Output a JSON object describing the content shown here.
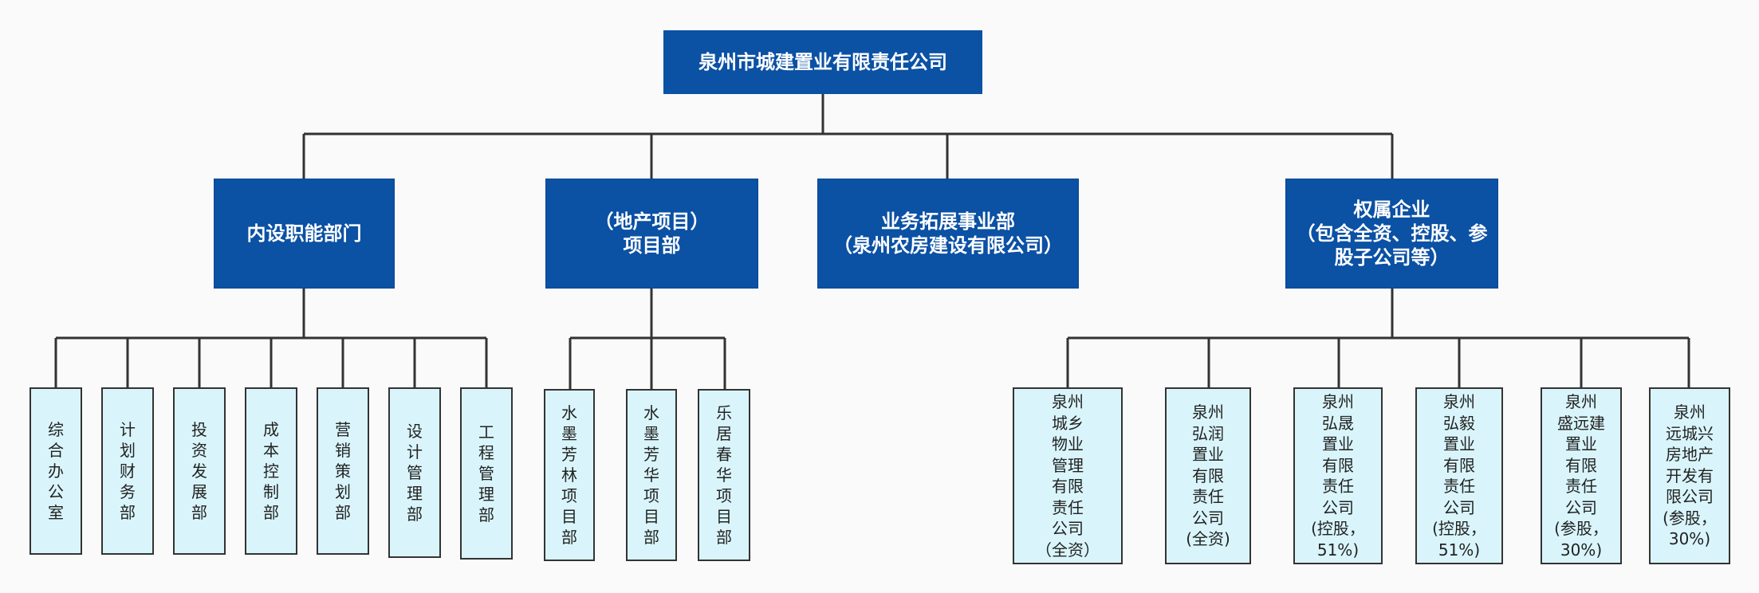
{
  "root": {
    "label": "泉州市城建置业有限责任公司"
  },
  "departments": [
    {
      "label": "内设职能部门"
    },
    {
      "label": "（地产项目）\n项目部"
    },
    {
      "label": "业务拓展事业部\n（泉州农房建设有限公司）"
    },
    {
      "label": "权属企业\n（包含全资、控股、参\n股子公司等）"
    }
  ],
  "functional_units": [
    {
      "label": "综\n合\n办\n公\n室"
    },
    {
      "label": "计\n划\n财\n务\n部"
    },
    {
      "label": "投\n资\n发\n展\n部"
    },
    {
      "label": "成\n本\n控\n制\n部"
    },
    {
      "label": "营\n销\n策\n划\n部"
    },
    {
      "label": "设\n计\n管\n理\n部"
    },
    {
      "label": "工\n程\n管\n理\n部"
    }
  ],
  "project_units": [
    {
      "label": "水\n墨\n芳\n林\n项\n目\n部"
    },
    {
      "label": "水\n墨\n芳\n华\n项\n目\n部"
    },
    {
      "label": "乐\n居\n春\n华\n项\n目\n部"
    }
  ],
  "subsidiaries": [
    {
      "label": "泉州\n城乡\n物业\n管理\n有限\n责任\n公司\n（全资）"
    },
    {
      "label": "泉州\n弘润\n置业\n有限\n责任\n公司\n(全资)"
    },
    {
      "label": "泉州\n弘晟\n置业\n有限\n责任\n公司\n(控股，\n51%)"
    },
    {
      "label": "泉州\n弘毅\n置业\n有限\n责任\n公司\n(控股，\n51%)"
    },
    {
      "label": "泉州\n盛远建\n置业\n有限\n责任\n公司\n(参股，\n30%)"
    },
    {
      "label": "泉州\n远城兴\n房地产\n开发有\n限公司\n(参股，\n30%)"
    }
  ],
  "colors": {
    "primary_box": "#0b51a4",
    "leaf_box": "#d9f5fb",
    "connector": "#333333"
  }
}
